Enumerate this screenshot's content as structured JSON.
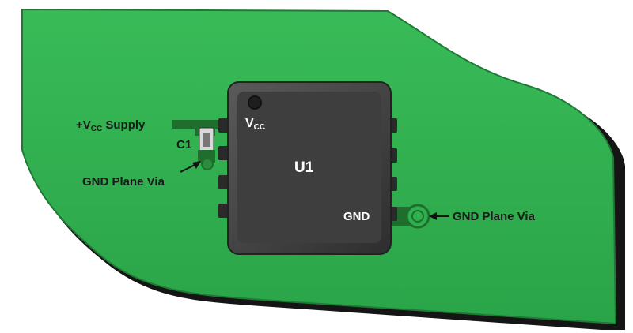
{
  "labels": {
    "vcc_supply_prefix": "+V",
    "vcc_supply_sub": "CC",
    "vcc_supply_suffix": " Supply",
    "capacitor": "C1",
    "gnd_via_left": "GND Plane Via",
    "gnd_via_right": "GND Plane Via",
    "chip": "U1",
    "pin_vcc_prefix": "V",
    "pin_vcc_sub": "CC",
    "pin_gnd": "GND"
  },
  "colors": {
    "pcb_green": "#2fb04f",
    "pcb_edge": "#1e7a35",
    "pcb_side": "#1a1a1a",
    "trace": "#1f6e2e",
    "chip_body": "#4a4a4a",
    "chip_top": "#3d3d3d",
    "pin": "#2a2a2a",
    "label_text": "#1a1a1a"
  }
}
